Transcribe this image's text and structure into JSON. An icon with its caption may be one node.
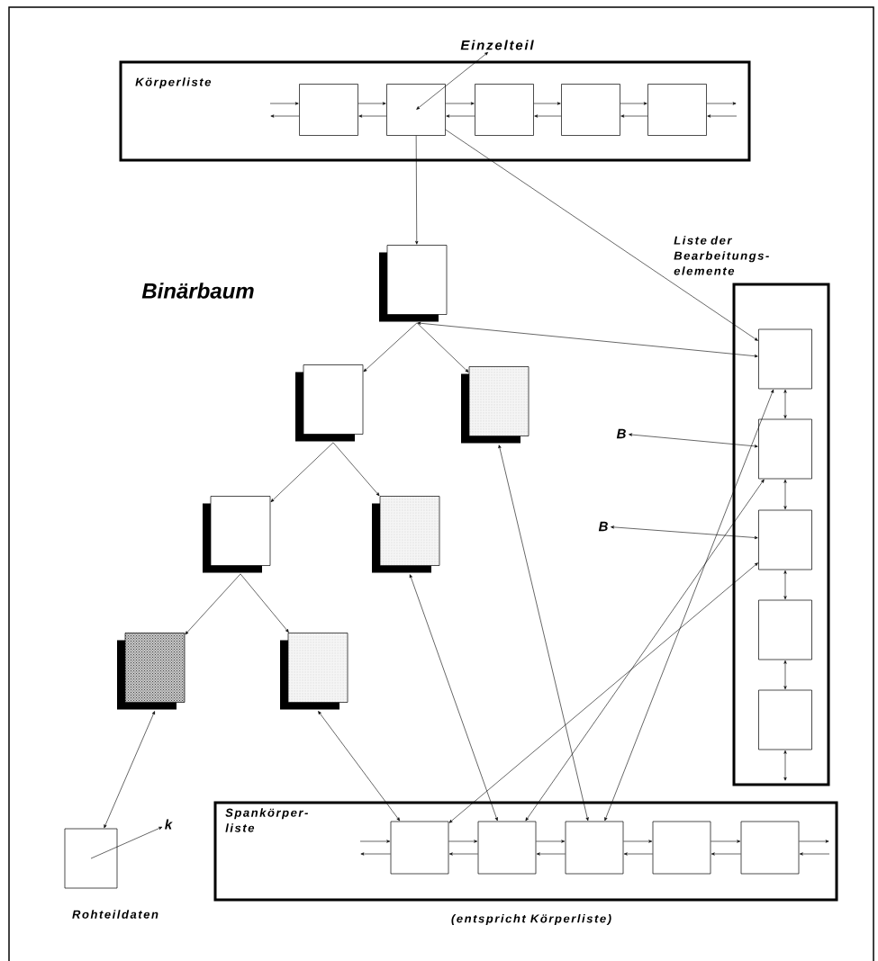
{
  "diagram": {
    "nodes": [
      {
        "text": [
          "Körperliste"
        ]
      },
      {
        "text": [],
        "shape": "box",
        "in": 0
      },
      {
        "text": [],
        "shape": "box",
        "in": 0
      },
      {
        "text": [],
        "shape": "box",
        "in": 0
      },
      {
        "text": [],
        "shape": "box",
        "in": 0
      },
      {
        "text": [],
        "shape": "box",
        "in": 0
      },
      {
        "text": [
          "Einzelteil"
        ]
      },
      {
        "text": [],
        "shape": "box"
      },
      {
        "text": [],
        "shape": "box"
      },
      {
        "text": [],
        "shape": "box"
      },
      {
        "text": [],
        "shape": "box"
      },
      {
        "text": [],
        "shape": "box"
      },
      {
        "text": [],
        "shape": "box"
      },
      {
        "text": [],
        "shape": "box"
      },
      {
        "text": [
          "Liste der Bearbeitungs- elemente"
        ]
      },
      {
        "text": [],
        "shape": "box",
        "in": 14
      },
      {
        "text": [],
        "shape": "box",
        "in": 14
      },
      {
        "text": [],
        "shape": "box",
        "in": 14
      },
      {
        "text": [],
        "shape": "box",
        "in": 14
      },
      {
        "text": [],
        "shape": "box",
        "in": 14
      },
      {
        "text": [
          "B"
        ]
      },
      {
        "text": [
          "B"
        ]
      },
      {
        "text": [
          "Spankörper- liste"
        ],
        "beside": [
          "(entspricht Körperliste)"
        ]
      },
      {
        "text": [],
        "shape": "box",
        "in": 22
      },
      {
        "text": [],
        "shape": "box",
        "in": 22
      },
      {
        "text": [],
        "shape": "box",
        "in": 22
      },
      {
        "text": [],
        "shape": "box",
        "in": 22
      },
      {
        "text": [],
        "shape": "box",
        "in": 22
      },
      {
        "text": [],
        "shape": "box",
        "beside": [
          "Rohteildaten"
        ]
      },
      {
        "text": [
          "k"
        ]
      }
    ],
    "edges": [
      {
        "from": null,
        "to": 1,
        "arrow": "to"
      },
      {
        "from": 1,
        "to": null,
        "arrow": "to"
      },
      {
        "from": 1,
        "to": 2,
        "arrow": "to"
      },
      {
        "from": 2,
        "to": 1,
        "arrow": "to"
      },
      {
        "from": 2,
        "to": 3,
        "arrow": "to"
      },
      {
        "from": 3,
        "to": 2,
        "arrow": "to"
      },
      {
        "from": 3,
        "to": 4,
        "arrow": "to"
      },
      {
        "from": 4,
        "to": 3,
        "arrow": "to"
      },
      {
        "from": 4,
        "to": 5,
        "arrow": "to"
      },
      {
        "from": 5,
        "to": 4,
        "arrow": "to"
      },
      {
        "from": 5,
        "to": null,
        "arrow": "to"
      },
      {
        "from": null,
        "to": 5,
        "arrow": "to"
      },
      {
        "from": 6,
        "to": 2,
        "arrow": "both"
      },
      {
        "from": 2,
        "to": 7,
        "arrow": "to"
      },
      {
        "from": 2,
        "to": 15,
        "arrow": "to"
      },
      {
        "from": 7,
        "to": 8,
        "arrow": "to"
      },
      {
        "from": 7,
        "to": 9,
        "arrow": "to"
      },
      {
        "from": 8,
        "to": 10,
        "arrow": "to"
      },
      {
        "from": 8,
        "to": 11,
        "arrow": "to"
      },
      {
        "from": 10,
        "to": 12,
        "arrow": "to"
      },
      {
        "from": 10,
        "to": 13,
        "arrow": "to"
      },
      {
        "from": 7,
        "to": 15,
        "arrow": "both"
      },
      {
        "from": 15,
        "to": 16,
        "arrow": "both"
      },
      {
        "from": 16,
        "to": 17,
        "arrow": "both"
      },
      {
        "from": 17,
        "to": 18,
        "arrow": "both"
      },
      {
        "from": 18,
        "to": 19,
        "arrow": "both"
      },
      {
        "from": 19,
        "to": null,
        "arrow": "both"
      },
      {
        "from": 20,
        "to": 16,
        "arrow": "both"
      },
      {
        "from": 21,
        "to": 17,
        "arrow": "both"
      },
      {
        "from": 12,
        "to": 28,
        "arrow": "both"
      },
      {
        "from": 13,
        "to": 23,
        "arrow": "both"
      },
      {
        "from": 11,
        "to": 24,
        "arrow": "both"
      },
      {
        "from": 9,
        "to": 25,
        "arrow": "both"
      },
      {
        "from": 15,
        "to": 25,
        "arrow": "both"
      },
      {
        "from": 16,
        "to": 24,
        "arrow": "both"
      },
      {
        "from": 17,
        "to": 23,
        "arrow": "both"
      },
      {
        "from": null,
        "to": 23,
        "arrow": "to"
      },
      {
        "from": 23,
        "to": null,
        "arrow": "to"
      },
      {
        "from": 23,
        "to": 24,
        "arrow": "to"
      },
      {
        "from": 24,
        "to": 23,
        "arrow": "to"
      },
      {
        "from": 24,
        "to": 25,
        "arrow": "to"
      },
      {
        "from": 25,
        "to": 24,
        "arrow": "to"
      },
      {
        "from": 25,
        "to": 26,
        "arrow": "to"
      },
      {
        "from": 26,
        "to": 25,
        "arrow": "to"
      },
      {
        "from": 26,
        "to": 27,
        "arrow": "to"
      },
      {
        "from": 27,
        "to": 26,
        "arrow": "to"
      },
      {
        "from": 27,
        "to": null,
        "arrow": "to"
      },
      {
        "from": null,
        "to": 27,
        "arrow": "to"
      },
      {
        "from": 28,
        "to": 29,
        "arrow": "to"
      }
    ],
    "labels": [
      "Binärbaum"
    ]
  }
}
